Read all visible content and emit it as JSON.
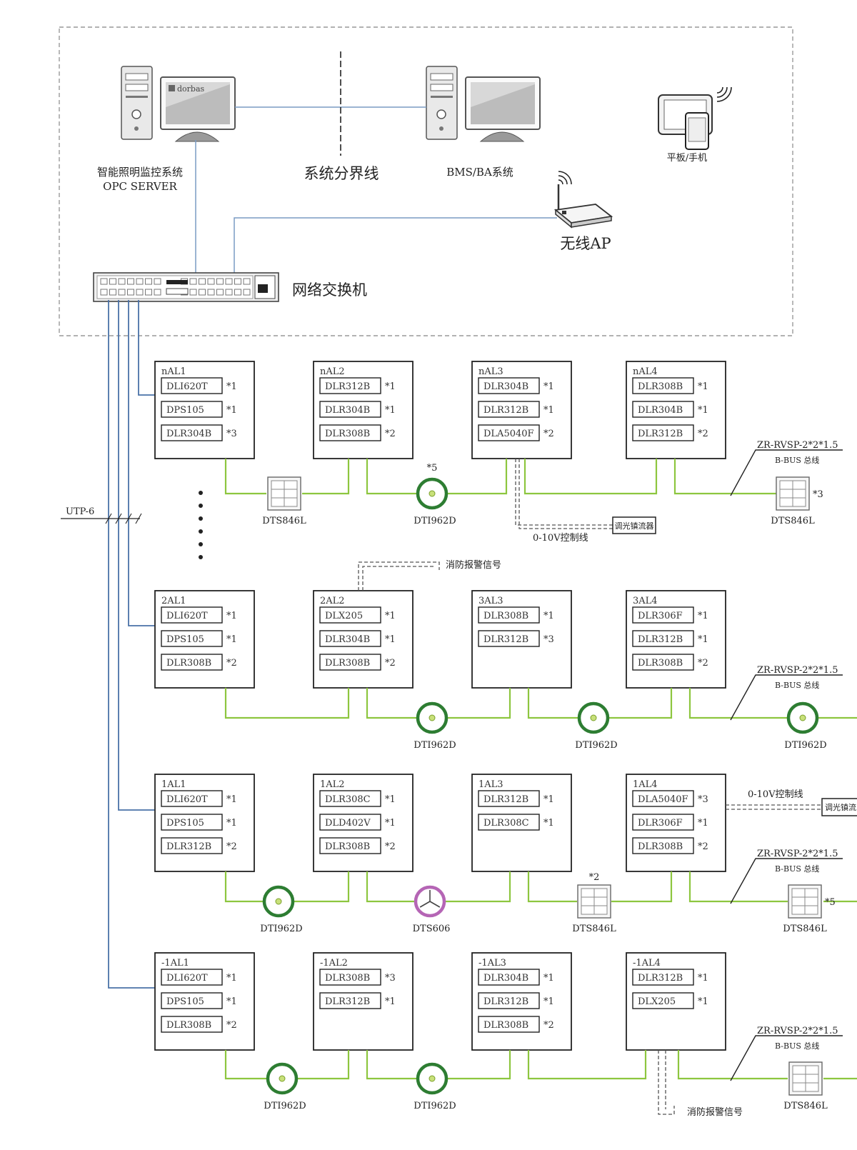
{
  "top": {
    "server_label_1": "智能照明监控系统",
    "server_label_2": "OPC SERVER",
    "monitor_brand": "dorbas",
    "boundary_label": "系统分界线",
    "bms_label": "BMS/BA系统",
    "tablet_label": "平板/手机",
    "ap_label": "无线AP",
    "switch_label": "网络交换机",
    "utp_label": "UTP-6"
  },
  "colors": {
    "bus": "#8dc63f",
    "network": "#4a72a8",
    "dts606": "#b565b5"
  },
  "rows": [
    {
      "boxes": [
        {
          "title": "nAL1",
          "items": [
            {
              "model": "DLI620T",
              "qty": "*1"
            },
            {
              "model": "DPS105",
              "qty": "*1"
            },
            {
              "model": "DLR304B",
              "qty": "*3"
            }
          ]
        },
        {
          "title": "nAL2",
          "items": [
            {
              "model": "DLR312B",
              "qty": "*1"
            },
            {
              "model": "DLR304B",
              "qty": "*1"
            },
            {
              "model": "DLR308B",
              "qty": "*2"
            }
          ]
        },
        {
          "title": "nAL3",
          "items": [
            {
              "model": "DLR304B",
              "qty": "*1"
            },
            {
              "model": "DLR312B",
              "qty": "*1"
            },
            {
              "model": "DLA5040F",
              "qty": "*2"
            }
          ]
        },
        {
          "title": "nAL4",
          "items": [
            {
              "model": "DLR308B",
              "qty": "*1"
            },
            {
              "model": "DLR304B",
              "qty": "*1"
            },
            {
              "model": "DLR312B",
              "qty": "*2"
            }
          ]
        }
      ],
      "devices": [
        {
          "kind": "panel",
          "label": "DTS846L",
          "mult": ""
        },
        {
          "kind": "sensor",
          "label": "DTI962D",
          "mult": "*5"
        },
        {
          "kind": "panel",
          "label": "DTS846L",
          "mult": "*3"
        }
      ],
      "bus_label_1": "ZR-RVSP-2*2*1.5",
      "bus_label_2": "B-BUS 总线",
      "ctrl_label": "0-10V控制线",
      "ballast_label": "调光镇流器"
    },
    {
      "boxes": [
        {
          "title": "2AL1",
          "items": [
            {
              "model": "DLI620T",
              "qty": "*1"
            },
            {
              "model": "DPS105",
              "qty": "*1"
            },
            {
              "model": "DLR308B",
              "qty": "*2"
            }
          ]
        },
        {
          "title": "2AL2",
          "items": [
            {
              "model": "DLX205",
              "qty": "*1"
            },
            {
              "model": "DLR304B",
              "qty": "*1"
            },
            {
              "model": "DLR308B",
              "qty": "*2"
            }
          ]
        },
        {
          "title": "3AL3",
          "items": [
            {
              "model": "DLR308B",
              "qty": "*1"
            },
            {
              "model": "DLR312B",
              "qty": "*3"
            }
          ]
        },
        {
          "title": "3AL4",
          "items": [
            {
              "model": "DLR306F",
              "qty": "*1"
            },
            {
              "model": "DLR312B",
              "qty": "*1"
            },
            {
              "model": "DLR308B",
              "qty": "*2"
            }
          ]
        }
      ],
      "devices": [
        {
          "kind": "sensor",
          "label": "DTI962D",
          "mult": ""
        },
        {
          "kind": "sensor",
          "label": "DTI962D",
          "mult": ""
        },
        {
          "kind": "sensor",
          "label": "DTI962D",
          "mult": ""
        }
      ],
      "fire_label": "消防报警信号",
      "bus_label_1": "ZR-RVSP-2*2*1.5",
      "bus_label_2": "B-BUS 总线"
    },
    {
      "boxes": [
        {
          "title": "1AL1",
          "items": [
            {
              "model": "DLI620T",
              "qty": "*1"
            },
            {
              "model": "DPS105",
              "qty": "*1"
            },
            {
              "model": "DLR312B",
              "qty": "*2"
            }
          ]
        },
        {
          "title": "1AL2",
          "items": [
            {
              "model": "DLR308C",
              "qty": "*1"
            },
            {
              "model": "DLD402V",
              "qty": "*1"
            },
            {
              "model": "DLR308B",
              "qty": "*2"
            }
          ]
        },
        {
          "title": "1AL3",
          "items": [
            {
              "model": "DLR312B",
              "qty": "*1"
            },
            {
              "model": "DLR308C",
              "qty": "*1"
            }
          ]
        },
        {
          "title": "1AL4",
          "items": [
            {
              "model": "DLA5040F",
              "qty": "*3"
            },
            {
              "model": "DLR306F",
              "qty": "*1"
            },
            {
              "model": "DLR308B",
              "qty": "*2"
            }
          ]
        }
      ],
      "devices": [
        {
          "kind": "sensor",
          "label": "DTI962D",
          "mult": ""
        },
        {
          "kind": "dts606",
          "label": "DTS606",
          "mult": ""
        },
        {
          "kind": "panel",
          "label": "DTS846L",
          "mult": "*2"
        },
        {
          "kind": "panel",
          "label": "DTS846L",
          "mult": "*5"
        }
      ],
      "ctrl_label": "0-10V控制线",
      "ballast_label": "调光镇流",
      "bus_label_1": "ZR-RVSP-2*2*1.5",
      "bus_label_2": "B-BUS 总线"
    },
    {
      "boxes": [
        {
          "title": "-1AL1",
          "items": [
            {
              "model": "DLI620T",
              "qty": "*1"
            },
            {
              "model": "DPS105",
              "qty": "*1"
            },
            {
              "model": "DLR308B",
              "qty": "*2"
            }
          ]
        },
        {
          "title": "-1AL2",
          "items": [
            {
              "model": "DLR308B",
              "qty": "*3"
            },
            {
              "model": "DLR312B",
              "qty": "*1"
            }
          ]
        },
        {
          "title": "-1AL3",
          "items": [
            {
              "model": "DLR304B",
              "qty": "*1"
            },
            {
              "model": "DLR312B",
              "qty": "*1"
            },
            {
              "model": "DLR308B",
              "qty": "*2"
            }
          ]
        },
        {
          "title": "-1AL4",
          "items": [
            {
              "model": "DLR312B",
              "qty": "*1"
            },
            {
              "model": "DLX205",
              "qty": "*1"
            }
          ]
        }
      ],
      "devices": [
        {
          "kind": "sensor",
          "label": "DTI962D",
          "mult": ""
        },
        {
          "kind": "sensor",
          "label": "DTI962D",
          "mult": ""
        },
        {
          "kind": "panel",
          "label": "DTS846L",
          "mult": ""
        }
      ],
      "fire_label": "消防报警信号",
      "bus_label_1": "ZR-RVSP-2*2*1.5",
      "bus_label_2": "B-BUS 总线"
    }
  ]
}
